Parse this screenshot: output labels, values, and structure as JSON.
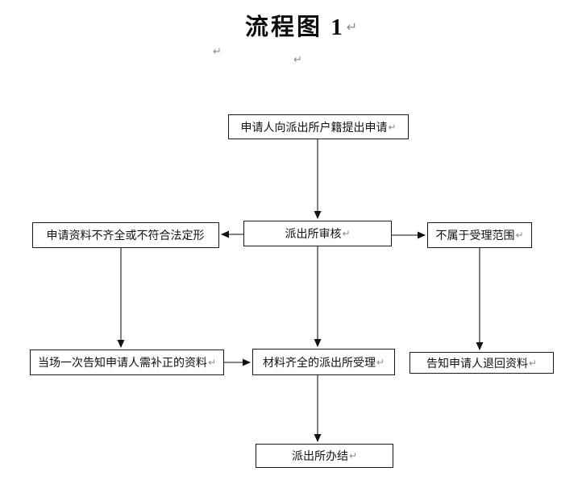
{
  "page": {
    "title": "流程图 1",
    "title_return_mark": "↵",
    "floating_marks": [
      "↵",
      "↵"
    ]
  },
  "flowchart": {
    "boxes": [
      {
        "id": "apply",
        "label": "申请人向派出所户籍提出申请",
        "return_mark": "↵"
      },
      {
        "id": "review",
        "label": "派出所审核",
        "return_mark": "↵"
      },
      {
        "id": "incomplete",
        "label": "申请资料不齐全或不符合法定形",
        "return_mark": ""
      },
      {
        "id": "not-in-scope",
        "label": "不属于受理范围",
        "return_mark": "↵"
      },
      {
        "id": "notify-correction",
        "label": "当场一次告知申请人需补正的资料",
        "return_mark": "↵"
      },
      {
        "id": "accept",
        "label": "材料齐全的派出所受理",
        "return_mark": "↵"
      },
      {
        "id": "return-materials",
        "label": "告知申请人退回资料",
        "return_mark": "↵"
      },
      {
        "id": "conclude",
        "label": "派出所办结",
        "return_mark": "↵"
      }
    ],
    "connectors": [
      {
        "from": "apply",
        "to": "review",
        "direction": "down"
      },
      {
        "from": "review",
        "to": "incomplete",
        "direction": "left"
      },
      {
        "from": "review",
        "to": "not-in-scope",
        "direction": "right"
      },
      {
        "from": "incomplete",
        "to": "notify-correction",
        "direction": "down"
      },
      {
        "from": "review",
        "to": "accept",
        "direction": "down"
      },
      {
        "from": "not-in-scope",
        "to": "return-materials",
        "direction": "down"
      },
      {
        "from": "notify-correction",
        "to": "accept",
        "direction": "right"
      },
      {
        "from": "accept",
        "to": "conclude",
        "direction": "down"
      }
    ],
    "colors": {
      "background": "#ffffff",
      "box_border": "#1a1a1a",
      "text": "#111111",
      "line": "#3a3a3a",
      "arrowhead": "#111111",
      "paragraph_mark": "#8a8a8a"
    }
  }
}
